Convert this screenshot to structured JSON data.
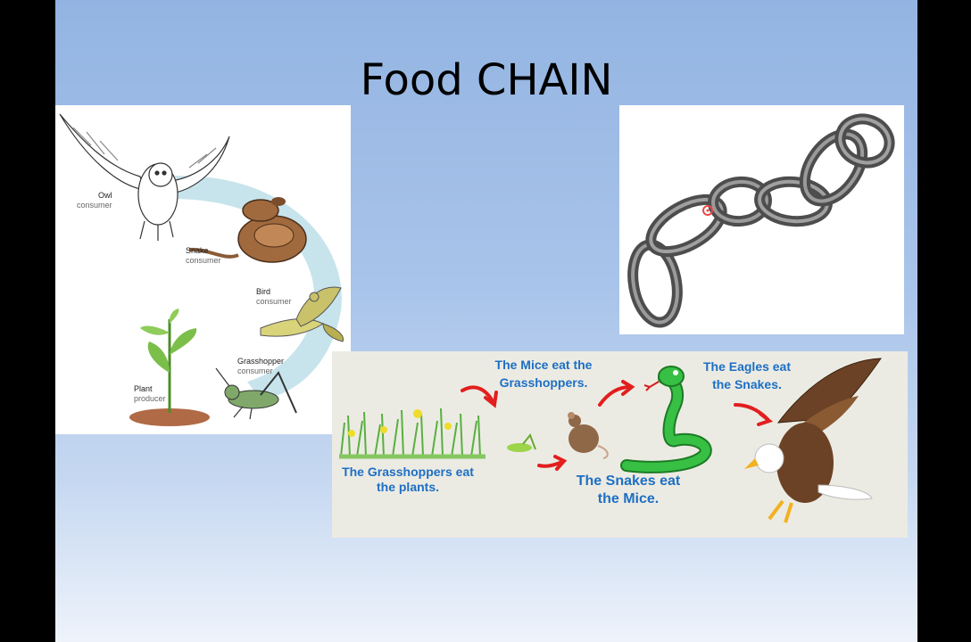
{
  "slide": {
    "title": "Food CHAIN"
  },
  "cycle_diagram": {
    "owl": {
      "name": "Owl",
      "role": "consumer"
    },
    "snake": {
      "name": "Snake",
      "role": "consumer"
    },
    "bird": {
      "name": "Bird",
      "role": "consumer"
    },
    "grasshopper": {
      "name": "Grasshopper",
      "role": "consumer"
    },
    "plant": {
      "name": "Plant",
      "role": "producer"
    }
  },
  "chain_strip": {
    "grasshoppers_caption": "The Grasshoppers eat the plants.",
    "mice_caption": "The Mice eat the Grasshoppers.",
    "snakes_caption": "The Snakes eat the Mice.",
    "eagles_caption": "The Eagles eat the Snakes."
  },
  "colors": {
    "caption_blue": "#1d6fc4",
    "arrow_red": "#e21e1e",
    "snake_green": "#2fb33a"
  }
}
